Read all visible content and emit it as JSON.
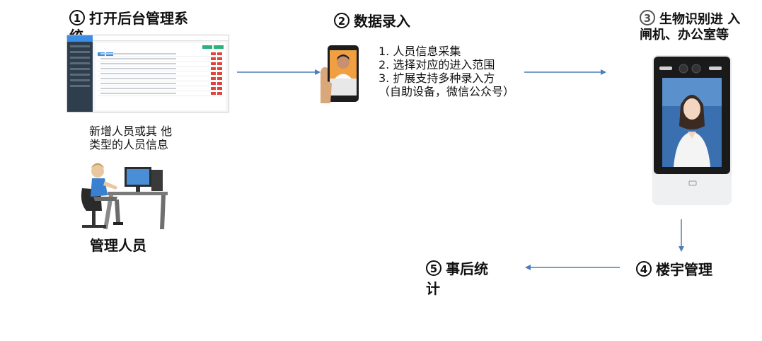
{
  "steps": {
    "s1": {
      "num": "1",
      "title": "打开后台管理系",
      "title_cont": "统"
    },
    "s2": {
      "num": "2",
      "title": "数据录入"
    },
    "s3": {
      "num": "3",
      "title_line1": "生物识别进 入",
      "title_line2": "闸机、办公室等"
    },
    "s4": {
      "num": "4",
      "title": "楼宇管理"
    },
    "s5": {
      "num": "5",
      "title_line1": "事后统",
      "title_line2": "计"
    }
  },
  "admin_note": {
    "line1": "新增人员或其 他",
    "line2": "类型的人员信息"
  },
  "admin_label": "管理人员",
  "entry_list": {
    "items": [
      "1.  人员信息采集",
      "2.  选择对应的进入范围",
      "3.  扩展支持多种录入方"
    ],
    "sub": "（自助设备，微信公众号）"
  },
  "colors": {
    "arrow": "#4a7ebb",
    "admin_sidebar": "#2f3e4d",
    "accent_blue": "#3a8ee6"
  }
}
